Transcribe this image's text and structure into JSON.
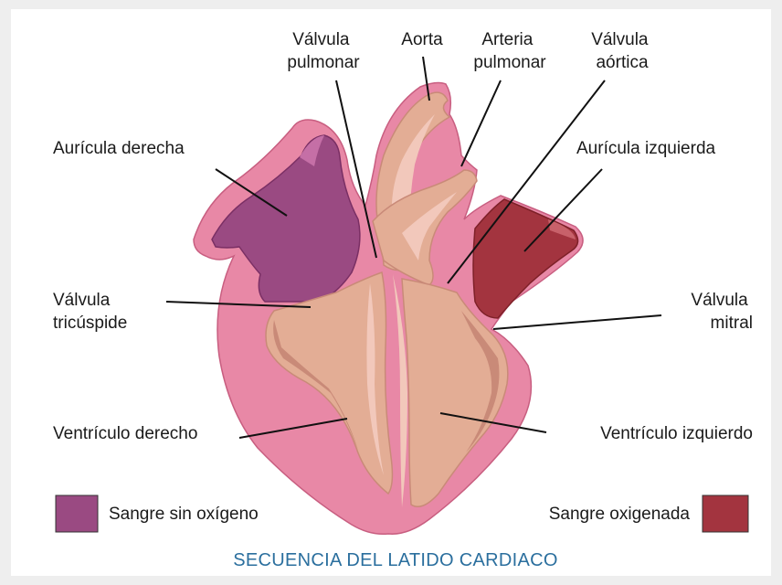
{
  "labels": {
    "valvula_pulmonar": [
      "Válvula",
      "pulmonar"
    ],
    "aorta": "Aorta",
    "arteria_pulmonar": [
      "Arteria",
      "pulmonar"
    ],
    "valvula_aortica": [
      "Válvula",
      "aórtica"
    ],
    "auricula_derecha": "Aurícula derecha",
    "auricula_izquierda": "Aurícula izquierda",
    "valvula_tricuspide": [
      "Válvula",
      "tricúspide"
    ],
    "valvula_mitral": [
      "Válvula",
      "mitral"
    ],
    "ventriculo_derecho": "Ventrículo derecho",
    "ventriculo_izquierdo": "Ventrículo izquierdo"
  },
  "legend": [
    {
      "label": "Sangre sin oxígeno",
      "color": "#9a4a82"
    },
    {
      "label": "Sangre oxigenada",
      "color": "#a3343f"
    }
  ],
  "caption": "SECUENCIA DEL LATIDO CARDIACO",
  "colors": {
    "heart_wall": "#e888a6",
    "chamber": "#e3ad95",
    "chamber_dark": "#c98a78",
    "highlight": "#f2c8bb",
    "deoxygenated": "#9a4a82",
    "oxygenated": "#a3343f"
  }
}
